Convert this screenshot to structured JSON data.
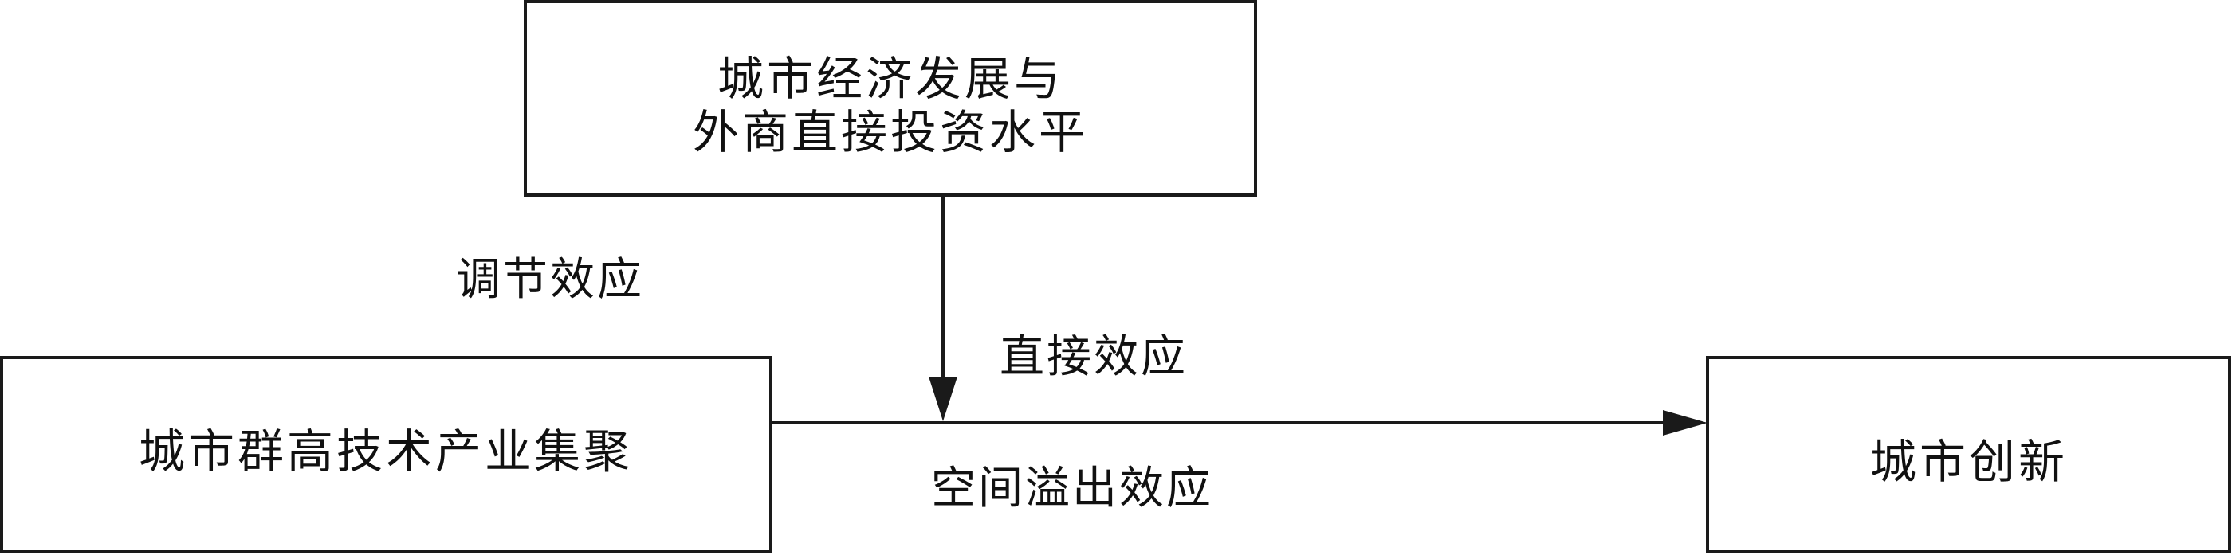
{
  "nodes": {
    "moderator": {
      "line1": "城市经济发展与",
      "line2": "外商直接投资水平"
    },
    "cluster": {
      "label": "城市群高技术产业集聚"
    },
    "innovation": {
      "label": "城市创新"
    }
  },
  "edges": {
    "moderating_effect": "调节效应",
    "direct_effect": "直接效应",
    "spillover_effect": "空间溢出效应"
  },
  "colors": {
    "line": "#1a1a1a",
    "text": "#111111",
    "background": "#ffffff"
  }
}
